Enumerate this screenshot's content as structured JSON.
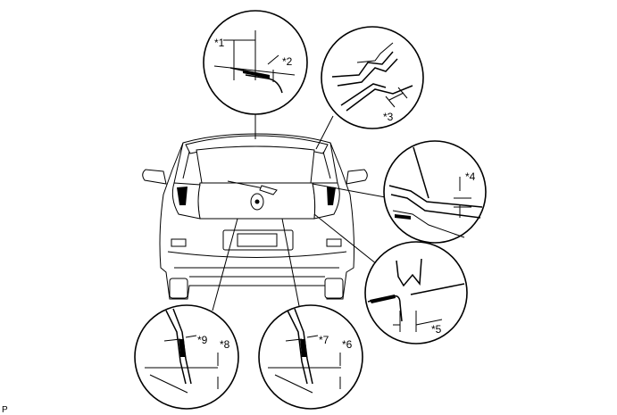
{
  "callouts": [
    {
      "id": "1",
      "label": "*1"
    },
    {
      "id": "2",
      "label": "*2"
    },
    {
      "id": "3",
      "label": "*3"
    },
    {
      "id": "4",
      "label": "*4"
    },
    {
      "id": "5",
      "label": "*5"
    },
    {
      "id": "6",
      "label": "*6"
    },
    {
      "id": "7",
      "label": "*7"
    },
    {
      "id": "8",
      "label": "*8"
    },
    {
      "id": "9",
      "label": "*9"
    }
  ],
  "corner_mark": "P"
}
